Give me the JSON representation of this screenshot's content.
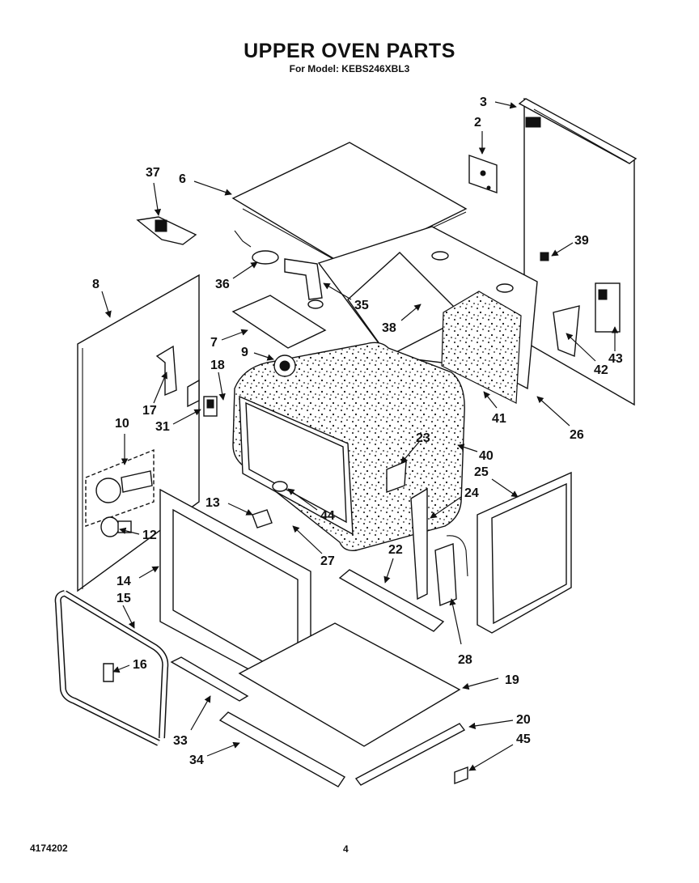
{
  "title": "UPPER OVEN PARTS",
  "subtitle": "For Model: KEBS246XBL3",
  "footer": {
    "doc_number": "4174202",
    "page_number": "4"
  },
  "callouts": [
    "2",
    "3",
    "6",
    "37",
    "39",
    "8",
    "36",
    "35",
    "38",
    "7",
    "9",
    "18",
    "17",
    "31",
    "10",
    "23",
    "40",
    "41",
    "26",
    "43",
    "42",
    "25",
    "24",
    "13",
    "44",
    "12",
    "14",
    "22",
    "27",
    "15",
    "16",
    "28",
    "19",
    "20",
    "33",
    "34",
    "45"
  ],
  "colors": {
    "ink": "#111111",
    "paper": "#ffffff"
  }
}
